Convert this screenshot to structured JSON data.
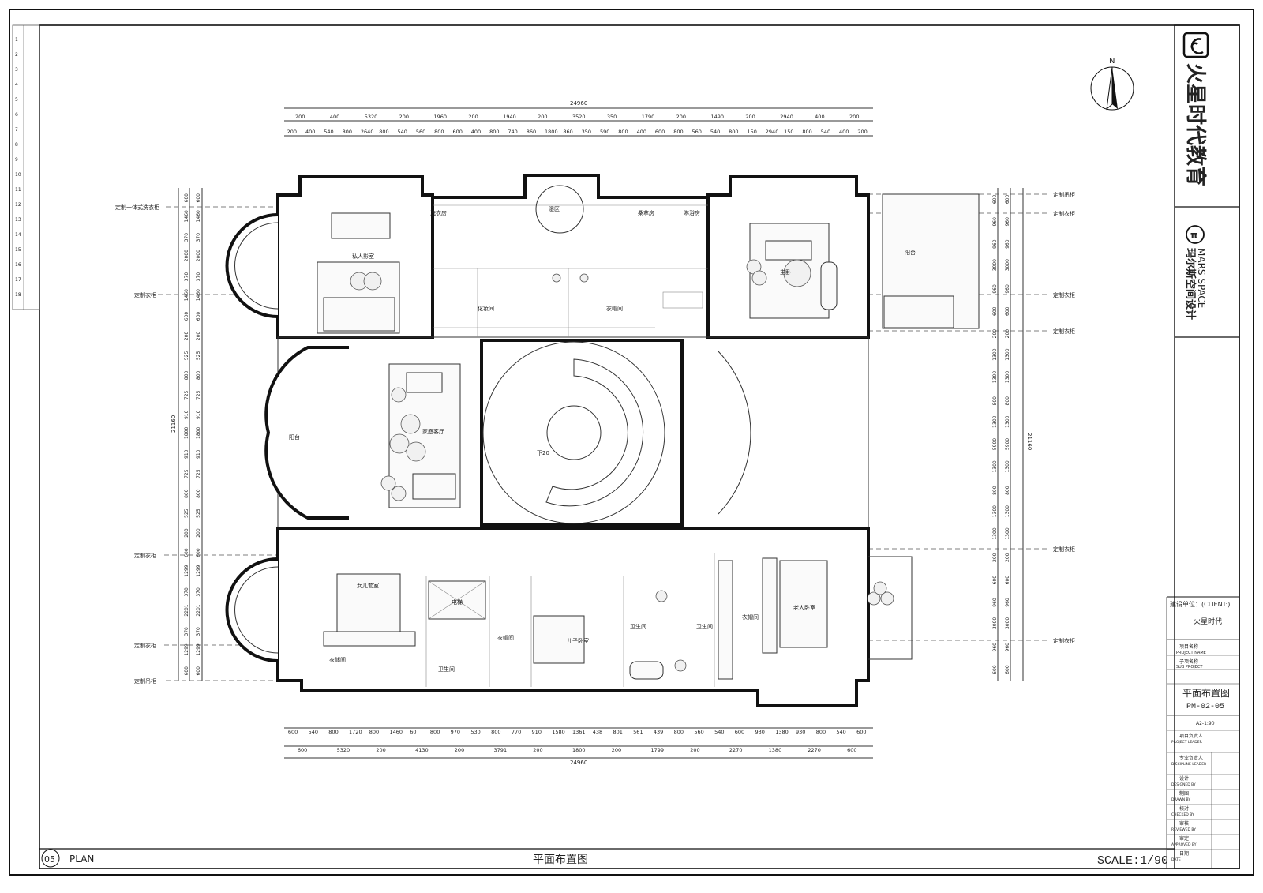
{
  "title_block": {
    "brand": "火星时代教育",
    "firm_en": "MARS SPACE",
    "firm_cn": "玛尔斯空间设计",
    "client_label": "建设单位：(CLIENT:)",
    "client_name": "火星时代",
    "project_label_cn": "项目名称",
    "project_label_en": "PROJECT NAME",
    "sub_label_cn": "子项名称",
    "sub_label_en": "SUB PROJECT",
    "drawing_title": "平面布置图",
    "drawing_no": "PM-02-05",
    "scale_ref": "A2-1:90",
    "leader_cn": "项目负责人",
    "leader_en": "PROJECT LEADER",
    "mgr_cn": "专业负责人",
    "mgr_en": "DISCIPLINE LEADER",
    "design_cn": "设计",
    "design_en": "DESIGNED BY",
    "draw_cn": "制图",
    "draw_en": "DRAWN BY",
    "check_cn": "校对",
    "check_en": "CHECKED BY",
    "review_cn": "审核",
    "review_en": "REVIEWED BY",
    "approve_cn": "审定",
    "approve_en": "APPROVED BY",
    "date_cn": "日期",
    "date_en": "DATE"
  },
  "footer": {
    "sheet_no": "05",
    "plan_en": "PLAN",
    "plan_cn": "平面布置图",
    "scale": "SCALE:1/90"
  },
  "north": "N",
  "overall_dim": "24960",
  "overall_dim_v": "21160",
  "top_dims_row1": [
    "200",
    "400",
    "5320",
    "200",
    "1960",
    "200",
    "1940",
    "200",
    "3520",
    "350",
    "1790",
    "200",
    "1490",
    "200",
    "2940",
    "400",
    "200"
  ],
  "top_dims_row2": [
    "200",
    "400",
    "540",
    "800",
    "2640",
    "800",
    "540",
    "560",
    "800",
    "600",
    "400",
    "800",
    "740",
    "860",
    "1800",
    "860",
    "350",
    "590",
    "800",
    "400",
    "600",
    "800",
    "560",
    "540",
    "800",
    "150",
    "2940",
    "150",
    "800",
    "540",
    "400",
    "200"
  ],
  "bottom_dims_row1": [
    "600",
    "540",
    "800",
    "1720",
    "800",
    "1460",
    "60",
    "800",
    "970",
    "530",
    "800",
    "770",
    "910",
    "1580",
    "1361",
    "438",
    "801",
    "561",
    "439",
    "800",
    "560",
    "540",
    "600",
    "930",
    "1380",
    "930",
    "800",
    "540",
    "600"
  ],
  "bottom_dims_row2": [
    "600",
    "5320",
    "200",
    "4130",
    "200",
    "3791",
    "200",
    "1800",
    "200",
    "1799",
    "200",
    "2270",
    "1380",
    "2270",
    "600"
  ],
  "left_dims_a": [
    "600",
    "1460",
    "370",
    "2000",
    "370",
    "1460",
    "600",
    "200",
    "525",
    "800",
    "725",
    "910",
    "1800",
    "910",
    "725",
    "800",
    "525",
    "200",
    "600",
    "1299",
    "370",
    "2201",
    "370",
    "1299",
    "600"
  ],
  "left_dims_b": [
    "600",
    "1460",
    "370",
    "2000",
    "370",
    "1460",
    "600",
    "200",
    "525",
    "800",
    "725",
    "910",
    "1800",
    "910",
    "725",
    "800",
    "525",
    "200",
    "600",
    "1299",
    "370",
    "2201",
    "370",
    "1299",
    "600"
  ],
  "right_dims_a": [
    "600",
    "960",
    "960",
    "3000",
    "960",
    "600",
    "200",
    "1300",
    "1300",
    "800",
    "1300",
    "5900",
    "1300",
    "800",
    "1300",
    "1300",
    "200",
    "600",
    "960",
    "3000",
    "960",
    "600"
  ],
  "right_dims_b": [
    "600",
    "960",
    "960",
    "3000",
    "960",
    "600",
    "200",
    "1300",
    "1300",
    "800",
    "1300",
    "5900",
    "1300",
    "800",
    "1300",
    "1300",
    "200",
    "600",
    "960",
    "3000",
    "960",
    "600"
  ],
  "left_notes": [
    "定制一体式洗衣柜",
    "定制衣柜",
    "定制衣柜",
    "定制衣柜",
    "定制吊柜"
  ],
  "right_notes": [
    "定制吊柜",
    "定制衣柜",
    "定制衣柜",
    "定制衣柜",
    "定制衣柜",
    "定制衣柜"
  ],
  "rooms": {
    "private_study": "私人影室",
    "laundry": "洗衣房",
    "steam": "湿区",
    "sauna": "桑拿房",
    "shower": "淋浴房",
    "master_bed": "主卧",
    "balcony_ne": "阳台",
    "makeup": "化妆间",
    "closet_mid": "衣帽间",
    "balcony_w": "阳台",
    "family_hall": "家庭客厅",
    "stair": "下20",
    "daughter": "女儿套室",
    "elevator": "电梯",
    "closet_sw": "衣储间",
    "bath_sw": "卫生间",
    "closet_child": "衣帽间",
    "son": "儿子卧室",
    "bath_c1": "卫生间",
    "bath_c2": "卫生间",
    "closet_se": "衣帽间",
    "elder": "老人卧室"
  },
  "margin_codes": [
    "1",
    "2",
    "3",
    "4",
    "5",
    "6",
    "7",
    "8",
    "9",
    "10",
    "11",
    "12",
    "13",
    "14",
    "15",
    "16",
    "17",
    "18"
  ]
}
